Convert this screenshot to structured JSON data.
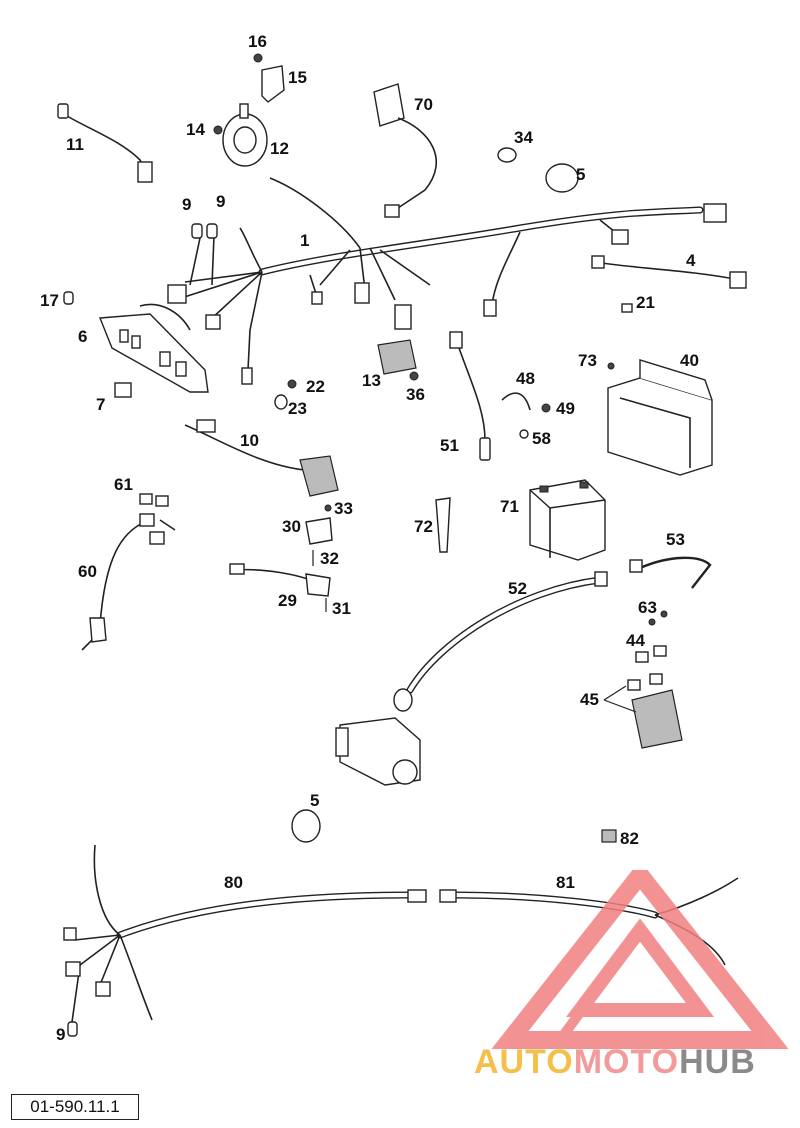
{
  "diagram_ref": "01-590.11.1",
  "brand": {
    "part1": "AUTO",
    "part2": "MOTO",
    "part3": "HUB",
    "colors": {
      "part1": "#f5c04a",
      "part2": "#f39a9a",
      "part3": "#8a8a8a",
      "triangle": "#f28080"
    }
  },
  "callouts": {
    "c1": "1",
    "c4": "4",
    "c5a": "5",
    "c5b": "5",
    "c6": "6",
    "c7": "7",
    "c9a": "9",
    "c9b": "9",
    "c9c": "9",
    "c10": "10",
    "c11": "11",
    "c12": "12",
    "c13": "13",
    "c14": "14",
    "c15": "15",
    "c16": "16",
    "c17": "17",
    "c21": "21",
    "c22": "22",
    "c23": "23",
    "c29": "29",
    "c30": "30",
    "c31": "31",
    "c32": "32",
    "c33": "33",
    "c34": "34",
    "c36": "36",
    "c40": "40",
    "c44": "44",
    "c45": "45",
    "c48": "48",
    "c49": "49",
    "c51": "51",
    "c52": "52",
    "c53": "53",
    "c58": "58",
    "c60": "60",
    "c61": "61",
    "c63": "63",
    "c70": "70",
    "c71": "71",
    "c72": "72",
    "c73": "73",
    "c80": "80",
    "c81": "81",
    "c82": "82"
  }
}
